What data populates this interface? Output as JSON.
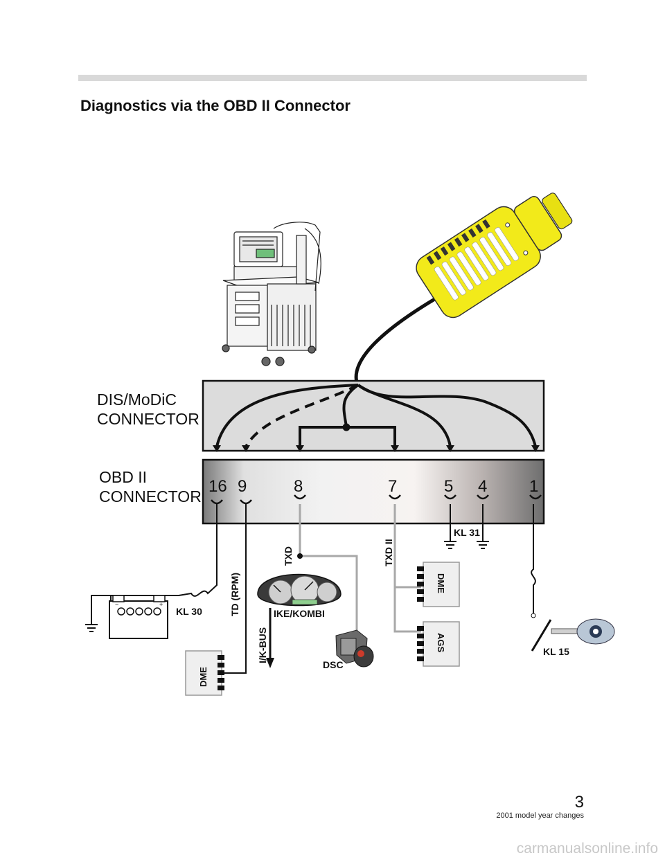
{
  "title": "Diagnostics via the OBD II Connector",
  "dis_connector_label": [
    "DIS/MoDiC",
    "CONNECTOR"
  ],
  "obd_connector_label": [
    "OBD II",
    "CONNECTOR"
  ],
  "pins": [
    "16",
    "9",
    "8",
    "7",
    "5",
    "4",
    "1"
  ],
  "signals": {
    "kl30": "KL 30",
    "td": "TD (RPM)",
    "txd": "TXD",
    "txd2": "TXD II",
    "kl31": "KL 31",
    "kl15": "KL 15",
    "ikbus": "I/K-BUS"
  },
  "modules": {
    "ike": "IKE/KOMBI",
    "dsc": "DSC",
    "dme_left": "DME",
    "dme_right": "DME",
    "ags": "AGS"
  },
  "page_number": "3",
  "footer_text": "2001 model year changes",
  "watermark": "carmanualsonline.info",
  "colors": {
    "plug": "#f2ea1a",
    "dis_panel": "#dcdcdc",
    "wire_gray": "#a8a8a8",
    "wire_black": "#111111"
  }
}
